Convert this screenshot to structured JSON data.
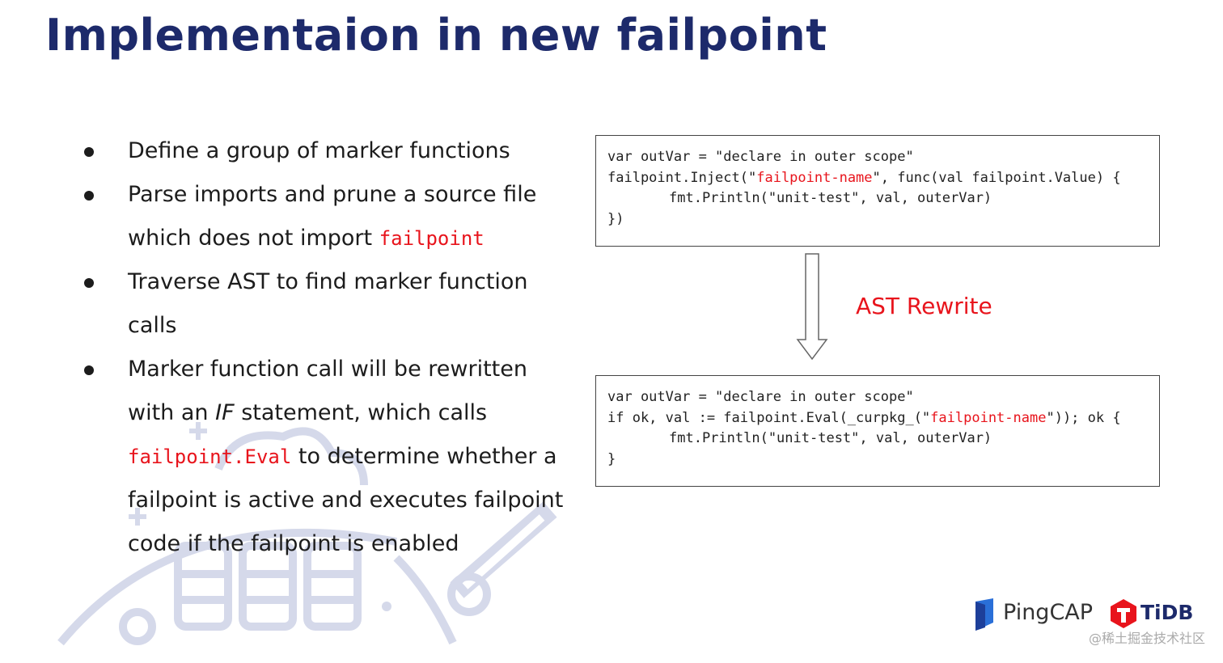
{
  "slide": {
    "title": "Implementaion in new failpoint"
  },
  "bullets": [
    {
      "text": "Define a group of marker functions"
    },
    {
      "text": "Parse imports and prune a source file which does not import ",
      "code": "failpoint"
    },
    {
      "text": "Traverse AST to find marker function calls"
    },
    {
      "pre": "Marker function call will be rewritten with an ",
      "italic": "IF",
      "mid": " statement, which calls ",
      "code": "failpoint.Eval",
      "post": " to determine whether a failpoint is active and executes failpoint code if the failpoint is enabled"
    }
  ],
  "code_before": {
    "l1": "var outVar = \"declare in outer scope\"",
    "l2_a": "failpoint.Inject(\"",
    "l2_str": "failpoint-name",
    "l2_b": "\", func(val failpoint.Value) {",
    "l3": "fmt.Println(\"unit-test\", val, outerVar)",
    "l4": "})"
  },
  "transform_label": "AST Rewrite",
  "code_after": {
    "l1": "var outVar = \"declare in outer scope\"",
    "l2_a": "if ok, val := failpoint.Eval(_curpkg_(\"",
    "l2_str": "failpoint-name",
    "l2_b": "\")); ok {",
    "l3": "fmt.Println(\"unit-test\", val, outerVar)",
    "l4": "}"
  },
  "branding": {
    "pingcap": "PingCAP",
    "tidb": "TiDB",
    "credit": "@稀土掘金技术社区"
  },
  "colors": {
    "title": "#1d2a6b",
    "accent_red": "#e8141c",
    "watermark": "#d5d9ea"
  }
}
